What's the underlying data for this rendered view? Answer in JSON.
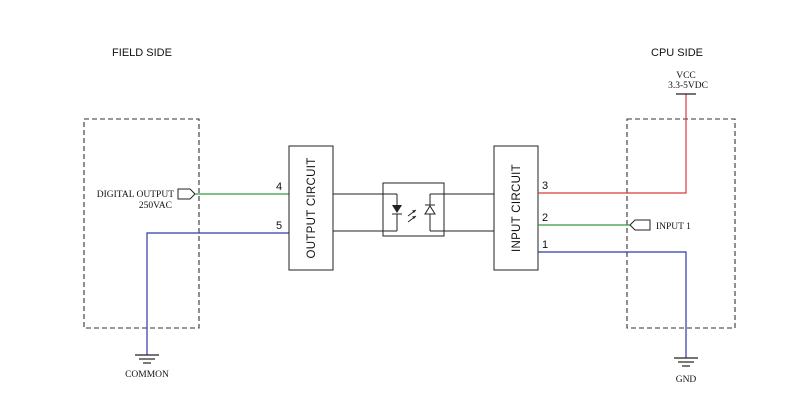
{
  "field_side": {
    "title": "FIELD SIDE",
    "output_label": "DIGITAL OUTPUT",
    "output_rating": "250VAC",
    "common_label": "COMMON"
  },
  "cpu_side": {
    "title": "CPU SIDE",
    "vcc_label": "VCC",
    "vcc_range": "3.3-5VDC",
    "input_label": "INPUT 1",
    "gnd_label": "GND"
  },
  "blocks": {
    "output_circuit": "OUTPUT CIRCUIT",
    "input_circuit": "INPUT CIRCUIT"
  },
  "pins": {
    "output_4": "4",
    "output_5": "5",
    "input_3": "3",
    "input_2": "2",
    "input_1": "1"
  },
  "colors": {
    "signal_wire": "#2e9b3a",
    "common_wire": "#2b3aa8",
    "vcc_wire": "#d93a3a",
    "outline": "#222222"
  }
}
